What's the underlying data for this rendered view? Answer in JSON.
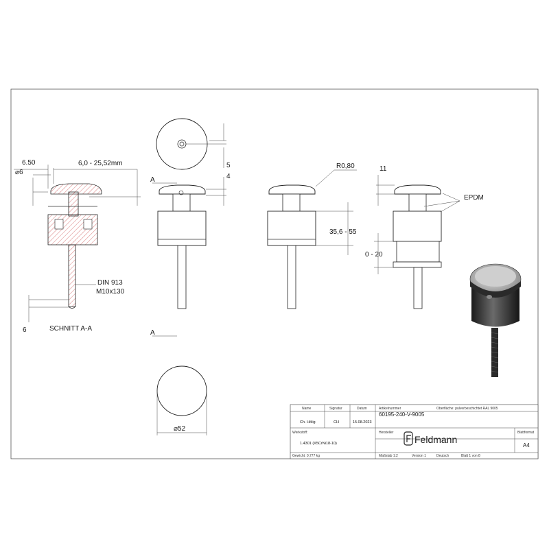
{
  "section_view": {
    "dim_top_width": "6.50",
    "dim_diameter": "⌀6",
    "dim_range": "6,0 - 25,52mm",
    "screw_label_line1": "DIN  913",
    "screw_label_line2": "M10x130",
    "dim_bottom": "6",
    "caption": "SCHNITT A-A"
  },
  "front_view": {
    "dim_offset": "5",
    "dim_cap": "4",
    "section_marker_top": "A",
    "section_marker_bottom": "A"
  },
  "bottom_view": {
    "dim_diameter": "⌀52"
  },
  "side_view": {
    "dim_radius": "R0,80",
    "dim_height": "35,6 - 55"
  },
  "extended_view": {
    "dim_top": "11",
    "material_label": "EPDM",
    "dim_range": "0 - 20"
  },
  "title_block": {
    "headers": {
      "name": "Name",
      "signature": "Signatur",
      "date": "Datum",
      "article_no": "Artikelnummer",
      "surface": "Oberfläche: pulverbeschichtet RAL 9005",
      "manufacturer": "Hersteller",
      "sheet_format": "Blattformat",
      "material": "Werkstoff:",
      "weight": "Gewicht: 0,777 kg",
      "scale": "Maßstab 1:2",
      "version": "Version 1",
      "language": "Deutsch",
      "sheet": "Blatt 1 von 8"
    },
    "values": {
      "name": "Ch. Hölig",
      "signature": "CH",
      "date": "15.08.2023",
      "article_no": "60195-240-V-9005",
      "material": "1.4301 (X5CrNi18-10)",
      "format": "A4"
    },
    "brand": "Feldmann"
  }
}
